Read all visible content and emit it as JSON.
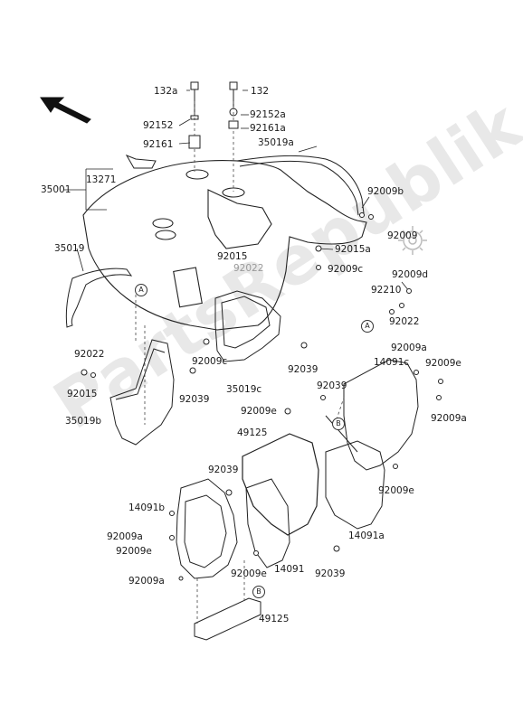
{
  "watermark": "PartsRepublik",
  "callouts": {
    "a": "A",
    "b": "B"
  },
  "labels": {
    "p132a": "132a",
    "p132": "132",
    "p92152_l": "92152",
    "p92152a": "92152a",
    "p92161_l": "92161",
    "p92161a": "92161a",
    "p35019a": "35019a",
    "p13271": "13271",
    "p35001": "35001",
    "p92009b": "92009b",
    "p92009_r": "92009",
    "p92015a": "92015a",
    "p35019": "35019",
    "p92015_m": "92015",
    "p92022_m": "92022",
    "p92009c_r": "92009c",
    "p92009d": "92009d",
    "p92210": "92210",
    "p92022_r": "92022",
    "p92022_l": "92022",
    "p92015_l": "92015",
    "p92009c_m": "92009c",
    "p92039_m": "92039",
    "p92039_r": "92039",
    "p35019c": "35019c",
    "p35019b": "35019b",
    "p92009a_r1": "92009a",
    "p14091c": "14091c",
    "p92009e_r1": "92009e",
    "p92039_c": "92039",
    "p92009a_r2": "92009a",
    "p92009e_c": "92009e",
    "p49125_t": "49125",
    "p92039_l": "92039",
    "p92009e_r2": "92009e",
    "p14091b": "14091b",
    "p92009a_l1": "92009a",
    "p92009e_l": "92009e",
    "p14091a": "14091a",
    "p92009a_l2": "92009a",
    "p92009e_b": "92009e",
    "p14091": "14091",
    "p92039_b": "92039",
    "p49125_b": "49125"
  }
}
